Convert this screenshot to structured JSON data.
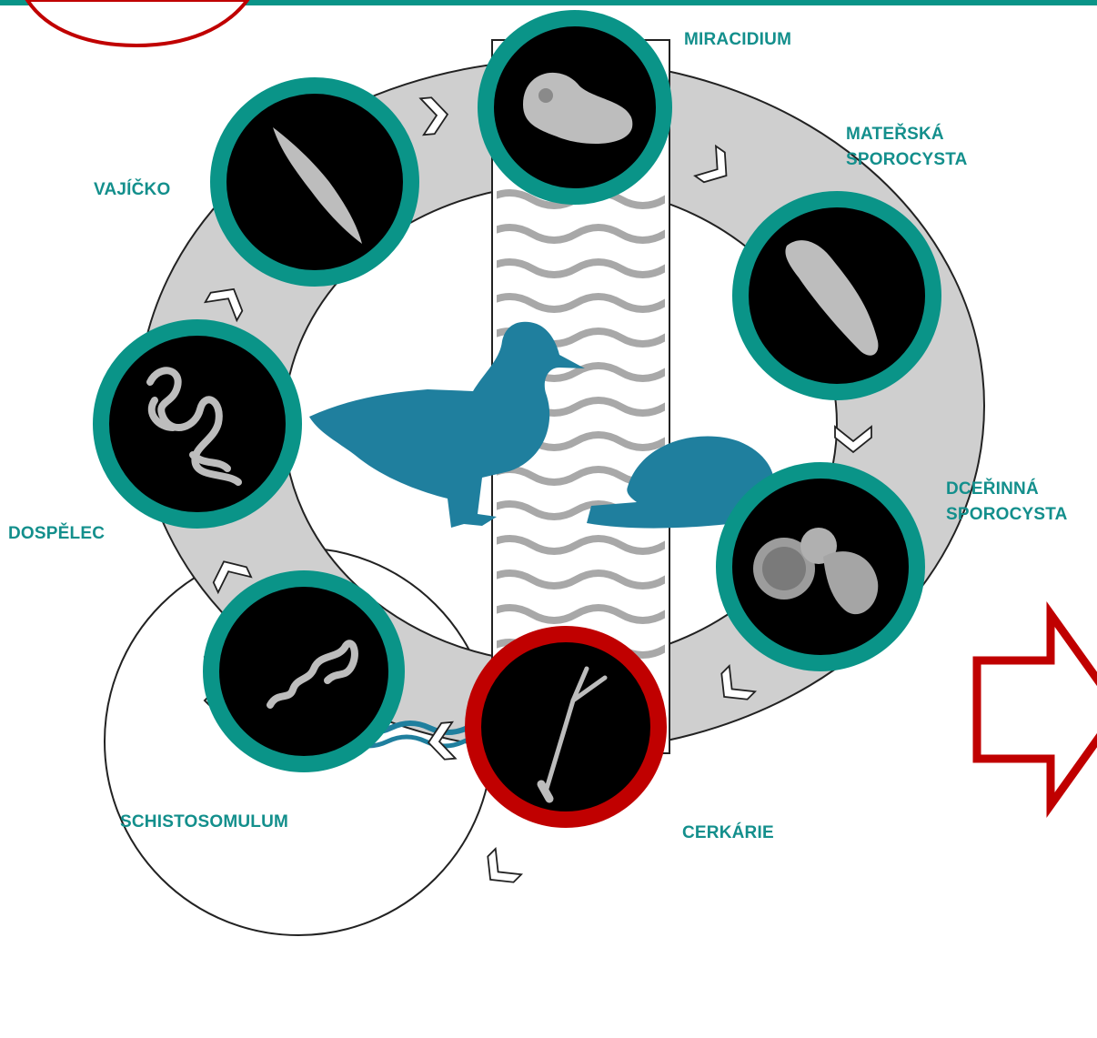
{
  "colors": {
    "teal": "#0a9488",
    "teal_text": "#138f8c",
    "red": "#c00000",
    "silhouette": "#1f7f9e",
    "ring_fill": "#cfcfcf",
    "outline": "#222222",
    "stage_bg": "#000000"
  },
  "stages": [
    {
      "id": "miracidium",
      "lines": [
        "MIRACIDIUM"
      ],
      "ring": "teal",
      "icon": "miracidium-micrograph"
    },
    {
      "id": "mother-sporocyst",
      "lines": [
        "MATEŘSKÁ",
        "SPOROCYSTA"
      ],
      "ring": "teal",
      "icon": "mother-sporocyst-micrograph"
    },
    {
      "id": "daughter-sporocyst",
      "lines": [
        "DCEŘINNÁ",
        "SPOROCYSTA"
      ],
      "ring": "teal",
      "icon": "daughter-sporocyst-micrograph"
    },
    {
      "id": "cercaria",
      "lines": [
        "CERKÁRIE"
      ],
      "ring": "red",
      "icon": "cercaria-micrograph"
    },
    {
      "id": "schistosomulum",
      "lines": [
        "SCHISTOSOMULUM"
      ],
      "ring": "teal",
      "icon": "schistosomulum-micrograph"
    },
    {
      "id": "adult",
      "lines": [
        "DOSPĚLEC"
      ],
      "ring": "teal",
      "icon": "adult-worm-micrograph"
    },
    {
      "id": "egg",
      "lines": [
        "VAJÍČKO"
      ],
      "ring": "teal",
      "icon": "egg-micrograph"
    }
  ],
  "hosts": {
    "definitive": "duck-silhouette-icon",
    "intermediate": "snail-silhouette-icon",
    "accidental": "swimmer-silhouette-icon",
    "blocked": "cross-icon"
  },
  "next_arrow": "right-arrow-icon"
}
